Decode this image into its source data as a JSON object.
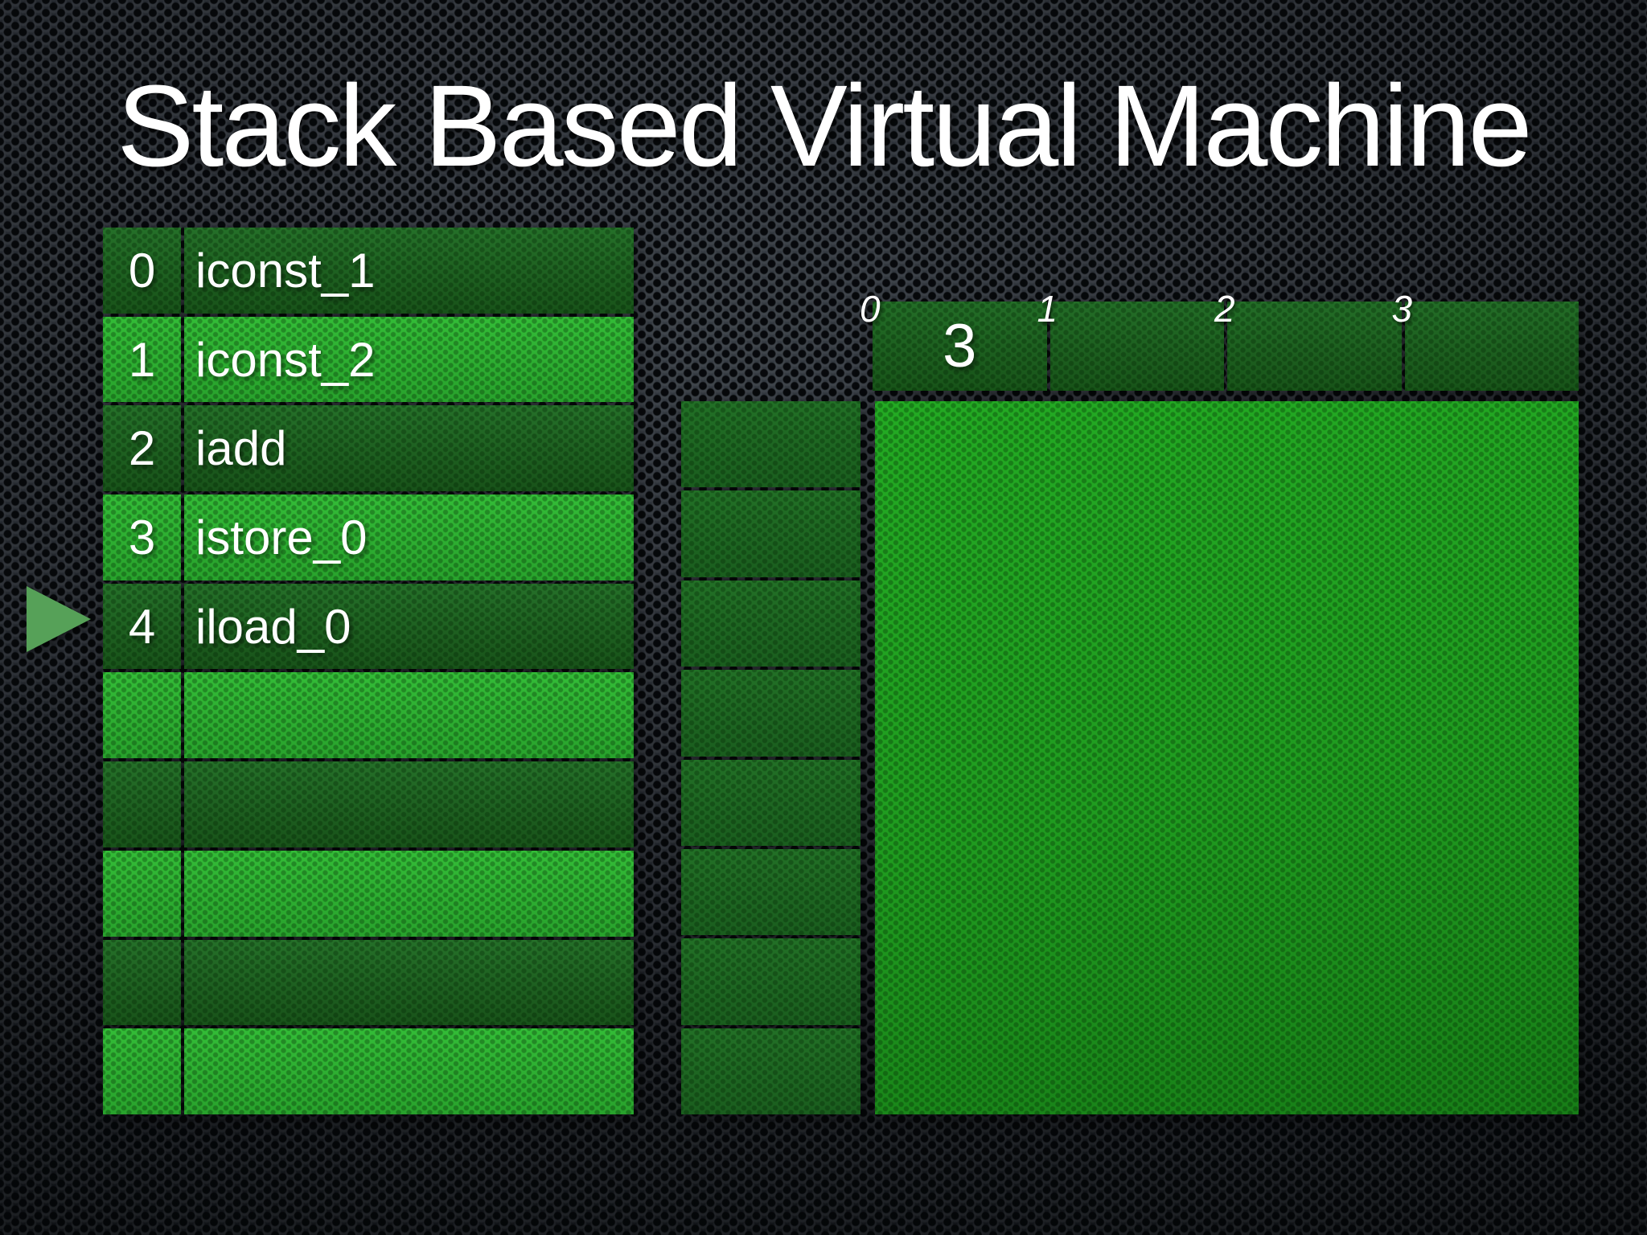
{
  "slide": {
    "title": "Stack Based Virtual Machine"
  },
  "bytecode_table": {
    "rows": [
      {
        "index": "0",
        "instruction": "iconst_1",
        "tone": "dark"
      },
      {
        "index": "1",
        "instruction": "iconst_2",
        "tone": "light"
      },
      {
        "index": "2",
        "instruction": "iadd",
        "tone": "dark"
      },
      {
        "index": "3",
        "instruction": "istore_0",
        "tone": "light"
      },
      {
        "index": "4",
        "instruction": "iload_0",
        "tone": "dark"
      },
      {
        "index": "",
        "instruction": "",
        "tone": "light"
      },
      {
        "index": "",
        "instruction": "",
        "tone": "dark"
      },
      {
        "index": "",
        "instruction": "",
        "tone": "light"
      },
      {
        "index": "",
        "instruction": "",
        "tone": "dark"
      },
      {
        "index": "",
        "instruction": "",
        "tone": "light"
      }
    ],
    "pointer": {
      "points_to_row": 4
    }
  },
  "operand_stack": {
    "values": [
      "",
      "",
      "",
      "",
      "",
      "",
      "",
      ""
    ]
  },
  "local_variables": {
    "slots": [
      {
        "label": "0",
        "value": "3"
      },
      {
        "label": "1",
        "value": ""
      },
      {
        "label": "2",
        "value": ""
      },
      {
        "label": "3",
        "value": ""
      }
    ]
  },
  "colors": {
    "row_dark": "#1d6321",
    "row_light": "#2db231",
    "stack_cell": "#1e6b20",
    "locals_cell": "#1d6021",
    "heap_panel": "#1f9b1f",
    "pointer_arrow": "#56a158",
    "title_text": "#ffffff",
    "background": "#15181d"
  }
}
